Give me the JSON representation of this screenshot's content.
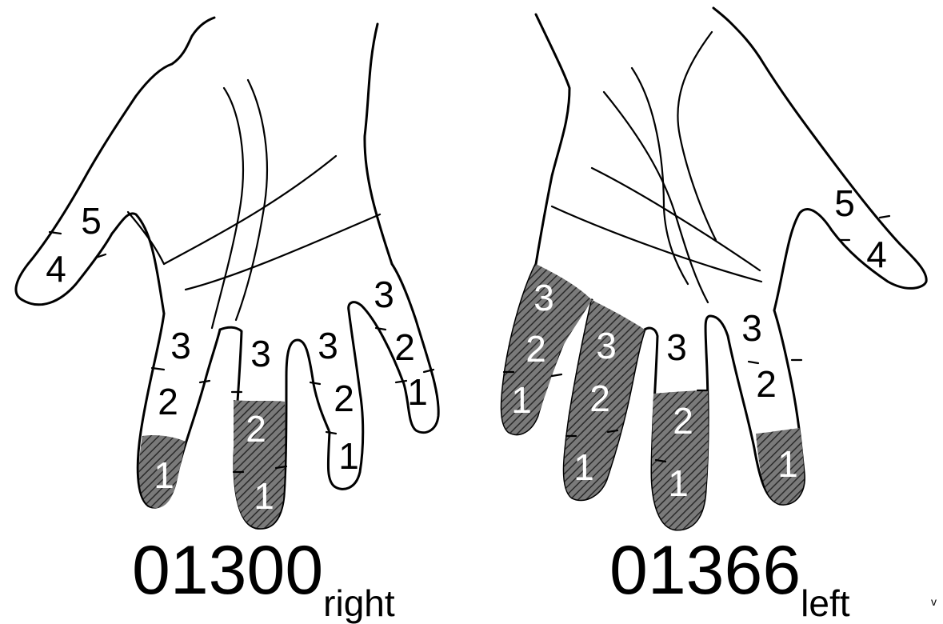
{
  "hands": [
    {
      "id": "right",
      "code": "01300",
      "side": "right",
      "fingers": [
        {
          "finger": "thumb",
          "segments": [
            "5",
            "4"
          ],
          "shaded": []
        },
        {
          "finger": "index",
          "segments": [
            "3",
            "2",
            "1"
          ],
          "shaded": [
            "1"
          ]
        },
        {
          "finger": "middle",
          "segments": [
            "3",
            "2",
            "1"
          ],
          "shaded": [
            "2",
            "1"
          ]
        },
        {
          "finger": "ring",
          "segments": [
            "3",
            "2",
            "1"
          ],
          "shaded": []
        },
        {
          "finger": "little",
          "segments": [
            "3",
            "2",
            "1"
          ],
          "shaded": []
        }
      ]
    },
    {
      "id": "left",
      "code": "01366",
      "side": "left",
      "fingers": [
        {
          "finger": "little",
          "segments": [
            "3",
            "2",
            "1"
          ],
          "shaded": [
            "3",
            "2",
            "1"
          ]
        },
        {
          "finger": "ring",
          "segments": [
            "3",
            "2",
            "1"
          ],
          "shaded": [
            "3",
            "2",
            "1"
          ]
        },
        {
          "finger": "middle",
          "segments": [
            "3",
            "2",
            "1"
          ],
          "shaded": [
            "2",
            "1"
          ]
        },
        {
          "finger": "index",
          "segments": [
            "3",
            "2",
            "1"
          ],
          "shaded": [
            "1"
          ]
        },
        {
          "finger": "thumb",
          "segments": [
            "5",
            "4"
          ],
          "shaded": []
        }
      ]
    }
  ],
  "captions": {
    "right_code": "01300",
    "right_side": "right",
    "left_code": "01366",
    "left_side": "left"
  },
  "corner_mark": "v",
  "colors": {
    "ink": "#000000",
    "paper": "#ffffff",
    "shade": "#6b6b6b"
  }
}
